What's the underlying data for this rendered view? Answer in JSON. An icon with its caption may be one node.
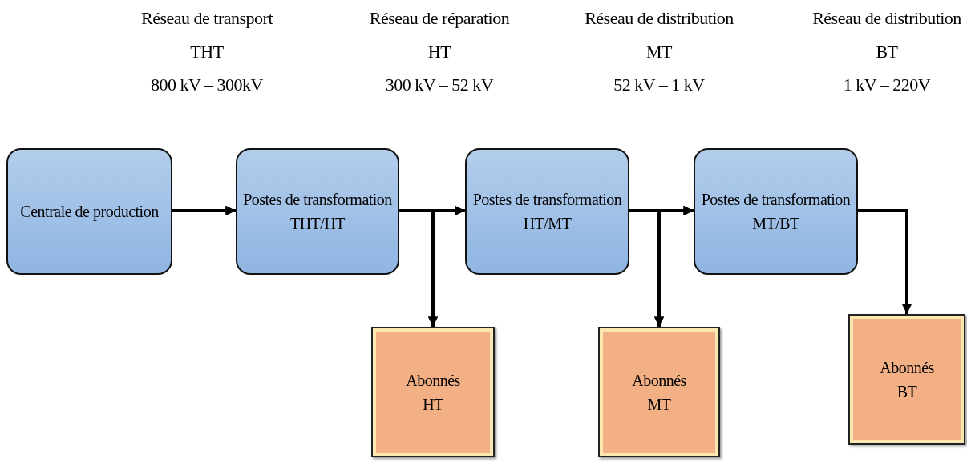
{
  "diagram": {
    "nodes": [
      {
        "text": [
          "Centrale de production"
        ]
      },
      {
        "text": [
          "Postes de transformation",
          "THT/HT"
        ]
      },
      {
        "text": [
          "Postes de transformation",
          "HT/MT"
        ]
      },
      {
        "text": [
          "Postes de transformation",
          "MT/BT"
        ]
      },
      {
        "text": [
          "Abonnés",
          "HT"
        ]
      },
      {
        "text": [
          "Abonnés",
          "MT"
        ]
      },
      {
        "text": [
          "Abonnés",
          "BT"
        ]
      }
    ],
    "edges": [
      {
        "from": 0,
        "to": 1,
        "arrow": "to"
      },
      {
        "from": 1,
        "to": 2,
        "arrow": "to"
      },
      {
        "from": 1,
        "to": 4,
        "arrow": "to"
      },
      {
        "from": 2,
        "to": 3,
        "arrow": "to"
      },
      {
        "from": 2,
        "to": 5,
        "arrow": "to"
      },
      {
        "from": 3,
        "to": 6,
        "arrow": "to"
      }
    ],
    "labels": [
      "Réseau de transport",
      "THT",
      "800 kV – 300kV",
      "Réseau de réparation",
      "HT",
      "300 kV – 52 kV",
      "Réseau de distribution",
      "MT",
      "52 kV – 1 kV",
      "Réseau de distribution",
      "BT",
      "1 kV – 220V"
    ]
  }
}
